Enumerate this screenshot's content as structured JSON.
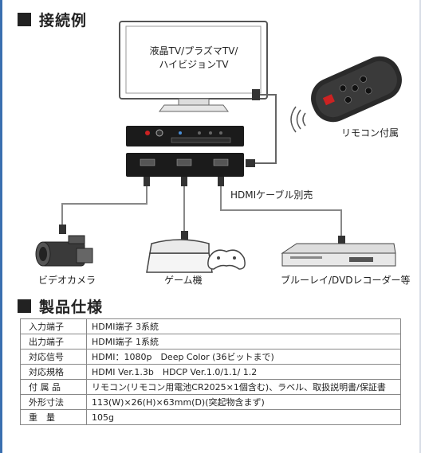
{
  "section1": {
    "title": "接続例"
  },
  "diagram": {
    "tv_line1": "液晶TV/プラズマTV/",
    "tv_line2": "ハイビジョンTV",
    "remote_label": "リモコン付属",
    "cable_label": "HDMIケーブル別売",
    "camera_label": "ビデオカメラ",
    "game_label": "ゲーム機",
    "recorder_label": "ブルーレイ/DVDレコーダー等"
  },
  "section2": {
    "title": "製品仕様"
  },
  "specs": [
    {
      "key": "入力端子",
      "value": "HDMI端子 3系統"
    },
    {
      "key": "出力端子",
      "value": "HDMI端子 1系統"
    },
    {
      "key": "対応信号",
      "value": "HDMI：1080p　Deep Color (36ビットまで)"
    },
    {
      "key": "対応規格",
      "value": "HDMI Ver.1.3b　HDCP Ver.1.0/1.1/ 1.2"
    },
    {
      "key": "付 属 品",
      "value": "リモコン(リモコン用電池CR2025×1個含む)、ラベル、取扱説明書/保証書"
    },
    {
      "key": "外形寸法",
      "value": "113(W)×26(H)×63mm(D)(突起物含まず)"
    },
    {
      "key": "重　量",
      "value": "105g"
    }
  ]
}
